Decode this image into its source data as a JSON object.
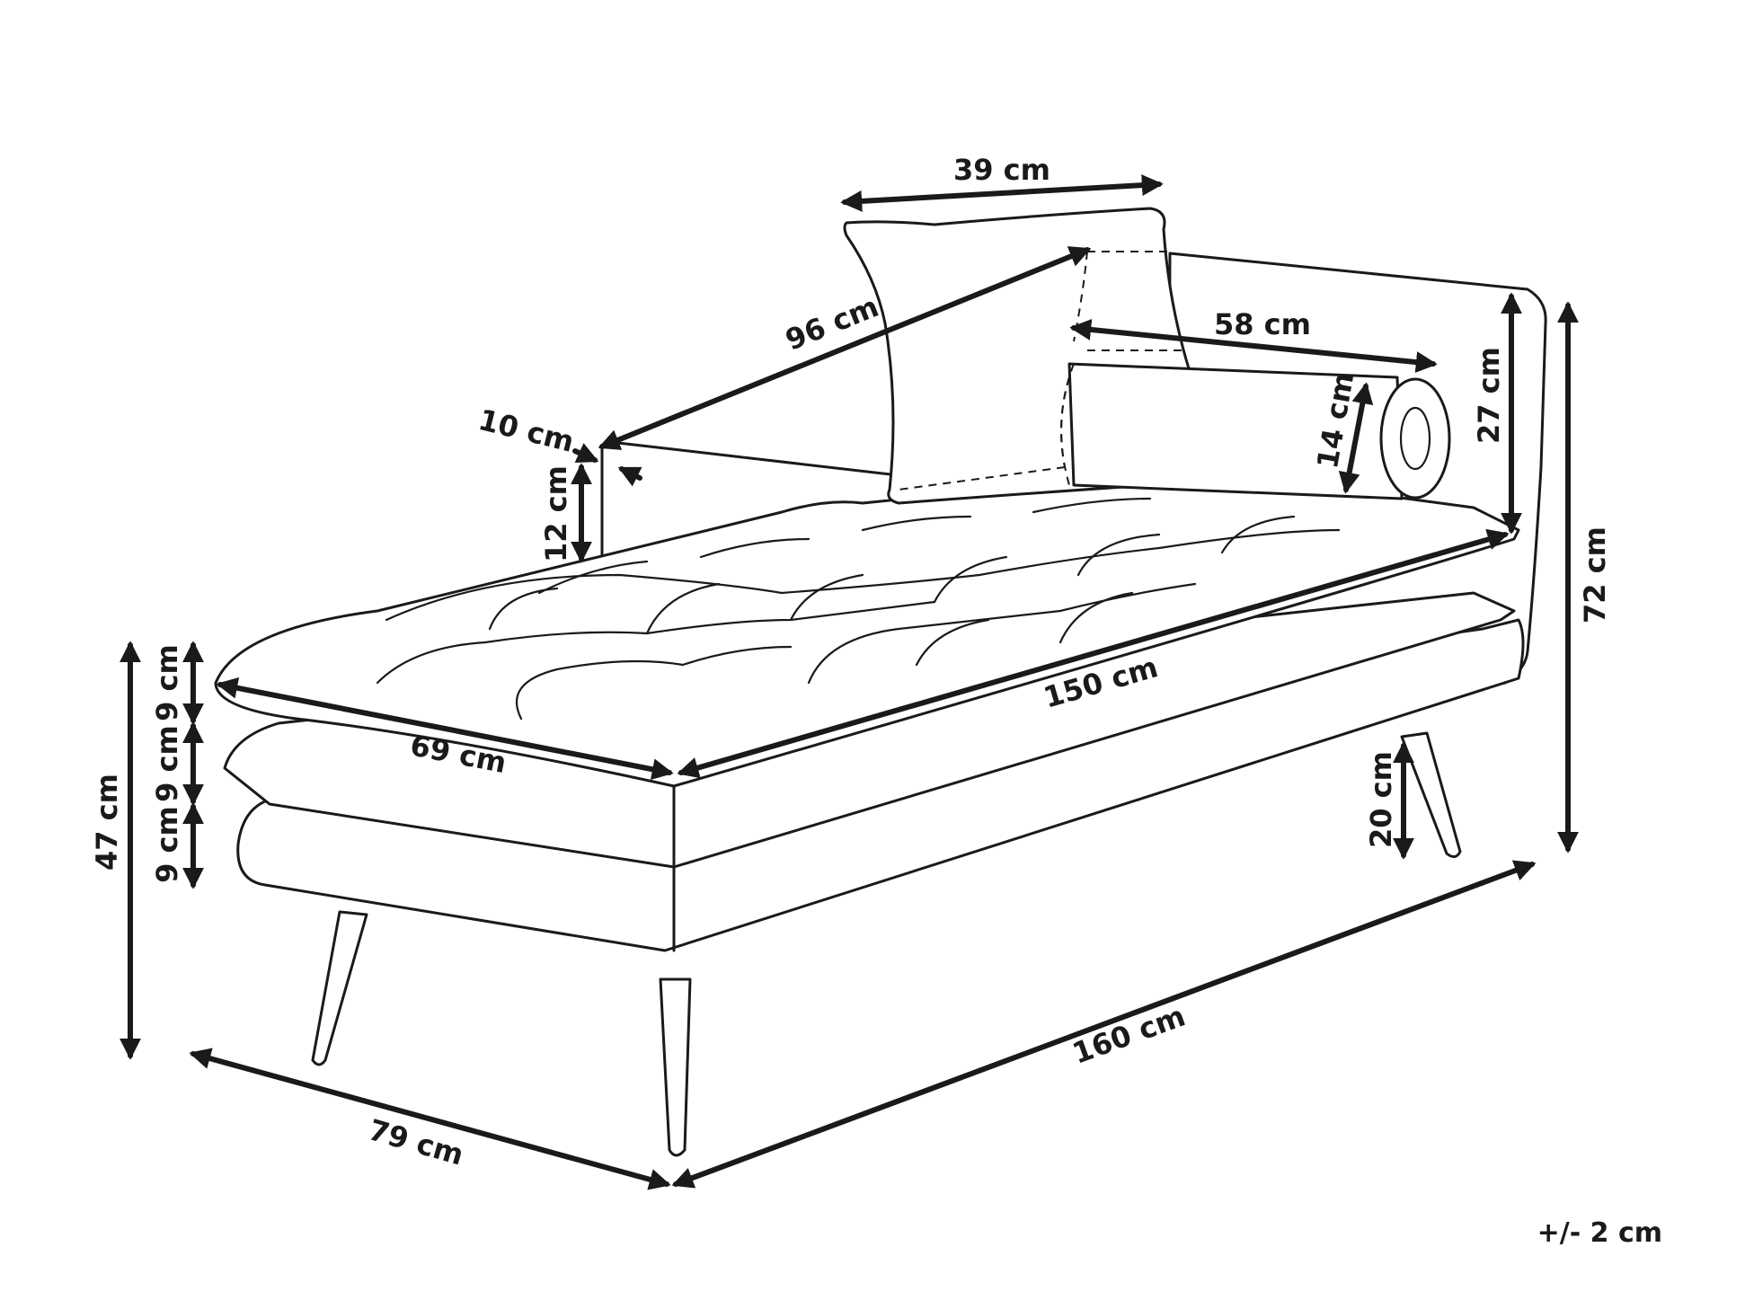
{
  "dimensions": {
    "pillow_width": "39 cm",
    "backrest_length": "96 cm",
    "bolster_length": "58 cm",
    "bolster_diameter": "14 cm",
    "backrest_rise": "27 cm",
    "total_height": "72 cm",
    "arm_thickness": "10 cm",
    "arm_height": "12 cm",
    "seat_layer_top": "9 cm",
    "seat_layer_middle": "9 cm",
    "seat_layer_bottom": "9 cm",
    "seat_height": "47 cm",
    "seat_depth": "69 cm",
    "seat_length": "150 cm",
    "leg_height": "20 cm",
    "total_length": "160 cm",
    "total_depth": "79 cm"
  },
  "tolerance": "+/- 2 cm"
}
